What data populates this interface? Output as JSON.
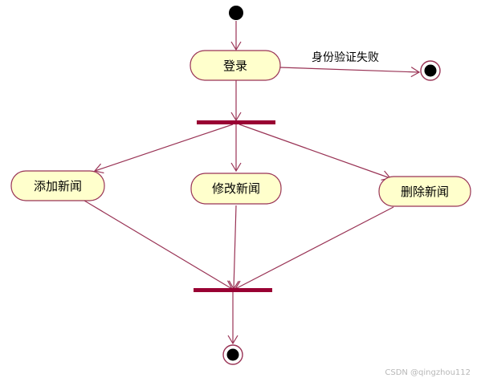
{
  "colors": {
    "activity_fill": "#ffffcc",
    "edge": "#993355",
    "sync_bar": "#990033",
    "node": "#000000"
  },
  "activities": {
    "login": "登录",
    "add_news": "添加新闻",
    "edit_news": "修改新闻",
    "delete_news": "删除新闻"
  },
  "guards": {
    "auth_failed": "身份验证失败"
  },
  "watermark": "CSDN @qingzhou112"
}
